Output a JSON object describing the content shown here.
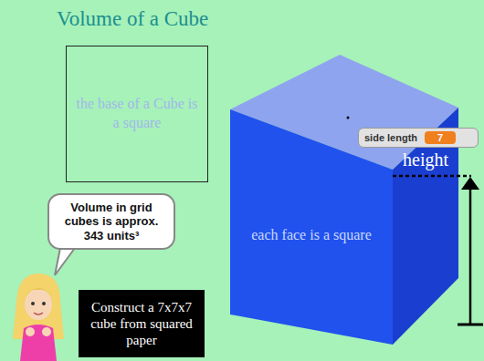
{
  "diagram": {
    "title": "Volume of a Cube",
    "nodes": [
      {
        "text": [
          "the base of a Cube is a square"
        ]
      },
      {
        "text": [
          "Volume in grid cubes is approx. 343 units³"
        ]
      },
      {
        "text": [
          "Construct a 7x7x7 cube from squared paper"
        ]
      },
      {
        "text": [
          "each face is a square"
        ]
      },
      {
        "text": [
          "side length",
          "7"
        ]
      }
    ],
    "labels": [
      "height"
    ]
  }
}
